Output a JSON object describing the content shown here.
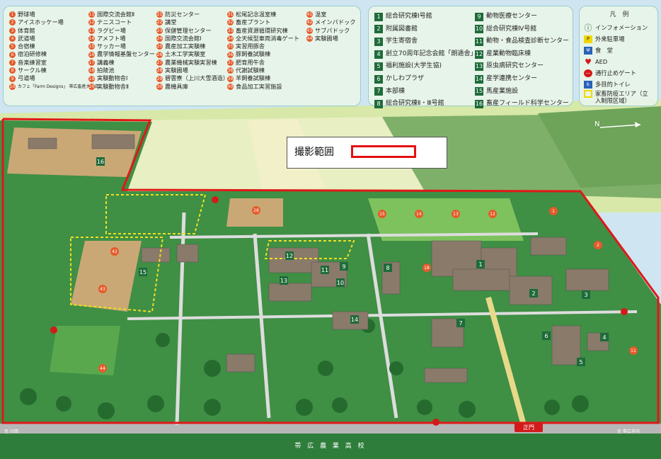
{
  "legend_circle_items": [
    [
      "1",
      "野球場"
    ],
    [
      "2",
      "アイスホッケー場"
    ],
    [
      "3",
      "体育館"
    ],
    [
      "4",
      "武道場"
    ],
    [
      "5",
      "合宿棟"
    ],
    [
      "6",
      "宿泊研修棟"
    ],
    [
      "7",
      "音楽練習室"
    ],
    [
      "8",
      "サークル棟"
    ],
    [
      "9",
      "弓道場"
    ],
    [
      "10",
      "カフェ「Farm Designs」 帯広畜産大学店"
    ],
    [
      "11",
      "国際交流会館Ⅱ"
    ],
    [
      "12",
      "テニスコート"
    ],
    [
      "13",
      "ラグビー場"
    ],
    [
      "14",
      "アメフト場"
    ],
    [
      "15",
      "サッカー場"
    ],
    [
      "16",
      "農学情報基盤センター"
    ],
    [
      "17",
      "講義棟"
    ],
    [
      "18",
      "拍陵池"
    ],
    [
      "19",
      "実験動物舎Ⅰ"
    ],
    [
      "20",
      "実験動物舎Ⅱ"
    ],
    [
      "21",
      "防災センター"
    ],
    [
      "22",
      "講堂"
    ],
    [
      "23",
      "保健管理センター"
    ],
    [
      "24",
      "国際交流会館Ⅰ"
    ],
    [
      "25",
      "農産加工実験棟"
    ],
    [
      "26",
      "土木工学実験室"
    ],
    [
      "27",
      "農業機械実験実習棟"
    ],
    [
      "28",
      "実験圃場"
    ],
    [
      "29",
      "碧雲寮（上川大雪酒造）"
    ],
    [
      "30",
      "農機具庫"
    ],
    [
      "31",
      "松尾記念温室棟"
    ],
    [
      "32",
      "畜産プラント"
    ],
    [
      "33",
      "畜産資源循環研究棟"
    ],
    [
      "34",
      "全天候型車両消毒ゲート"
    ],
    [
      "35",
      "実習用豚舎"
    ],
    [
      "36",
      "豚飼養試験棟"
    ],
    [
      "37",
      "肥育用牛舎"
    ],
    [
      "38",
      "代謝試験棟"
    ],
    [
      "39",
      "羊飼養試験棟"
    ],
    [
      "40",
      "食品加工実習施設"
    ],
    [
      "41",
      "温室"
    ],
    [
      "42",
      "メインパドック"
    ],
    [
      "43",
      "サブパドック"
    ],
    [
      "44",
      "実験圃場"
    ]
  ],
  "legend_square_items": [
    [
      "1",
      "総合研究棟Ⅰ号館"
    ],
    [
      "2",
      "附属図書館"
    ],
    [
      "3",
      "学生寄宿舎"
    ],
    [
      "4",
      "創立70周年記念会館「朗遁舎」"
    ],
    [
      "5",
      "福利施設(大学生協)"
    ],
    [
      "6",
      "かしわプラザ"
    ],
    [
      "7",
      "本部棟"
    ],
    [
      "8",
      "総合研究棟Ⅱ・Ⅲ号館"
    ],
    [
      "9",
      "動物医療センター"
    ],
    [
      "10",
      "総合研究棟Ⅳ号館"
    ],
    [
      "11",
      "動物・食品検査診断センター"
    ],
    [
      "12",
      "産業動物臨床棟"
    ],
    [
      "13",
      "原虫病研究センター"
    ],
    [
      "14",
      "産学連携センター"
    ],
    [
      "15",
      "馬産業施設"
    ],
    [
      "16",
      "畜産フィールド科学センター"
    ]
  ],
  "legend_symbols": {
    "title": "凡　例",
    "items": [
      "インフォメーション",
      "外来駐車場",
      "食　堂",
      "AED",
      "通行止めゲート",
      "多目的トイレ",
      "家畜防疫エリア（立入制限区域）"
    ]
  },
  "label_box": {
    "text": "撮影範囲"
  },
  "gate_label": "正門",
  "school_name": "帯 広 農 業 高 校",
  "north_label": "N",
  "road_labels": {
    "left": "至 川西",
    "right": "至 帯広市内"
  },
  "colors": {
    "grass": "#3f8f45",
    "boundary": "#e01818",
    "building": "#1f6b3a",
    "marker": "#e65a2a"
  }
}
